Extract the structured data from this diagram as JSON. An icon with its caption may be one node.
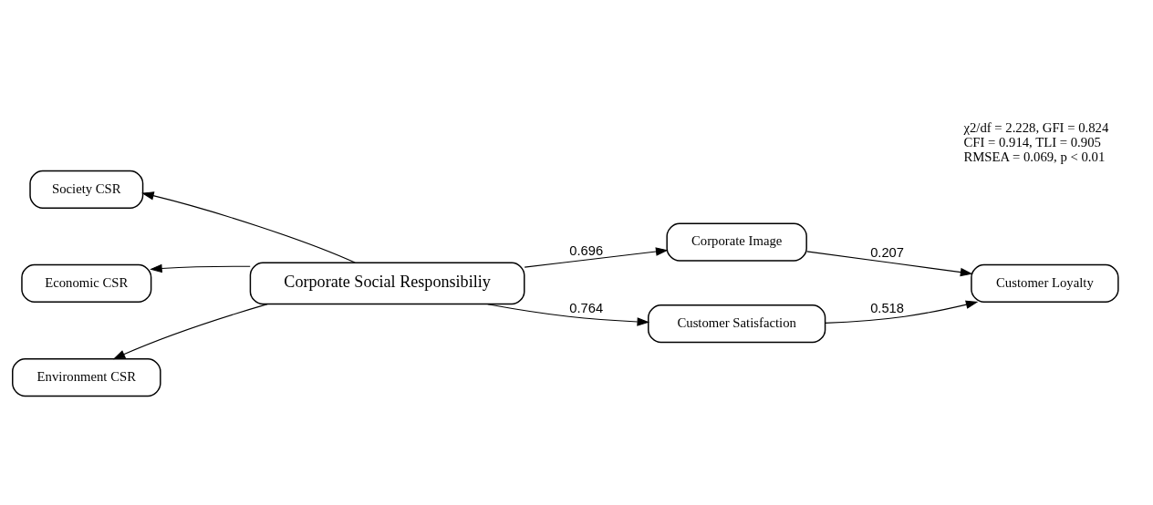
{
  "diagram": {
    "nodes": [
      {
        "text": [
          "Society CSR"
        ]
      },
      {
        "text": [
          "Economic CSR"
        ]
      },
      {
        "text": [
          "Environment CSR"
        ]
      },
      {
        "text": [
          "Corporate Social Responsibiliy"
        ]
      },
      {
        "text": [
          "Corporate Image"
        ]
      },
      {
        "text": [
          "Customer Satisfaction"
        ]
      },
      {
        "text": [
          "Customer Loyalty"
        ]
      }
    ],
    "edges": [
      {
        "from": 3,
        "to": 0,
        "arrow": "to"
      },
      {
        "from": 3,
        "to": 1,
        "arrow": "to"
      },
      {
        "from": 3,
        "to": 2,
        "arrow": "to"
      },
      {
        "from": 3,
        "to": 4,
        "arrow": "to",
        "label": "0.696"
      },
      {
        "from": 3,
        "to": 5,
        "arrow": "to",
        "label": "0.764"
      },
      {
        "from": 4,
        "to": 6,
        "arrow": "to",
        "label": "0.207"
      },
      {
        "from": 5,
        "to": 6,
        "arrow": "to",
        "label": "0.518"
      }
    ],
    "labels": [
      "χ2/df = 2.228, GFI = 0.824",
      "CFI = 0.914, TLI = 0.905",
      "RMSEA = 0.069, p < 0.01"
    ]
  }
}
